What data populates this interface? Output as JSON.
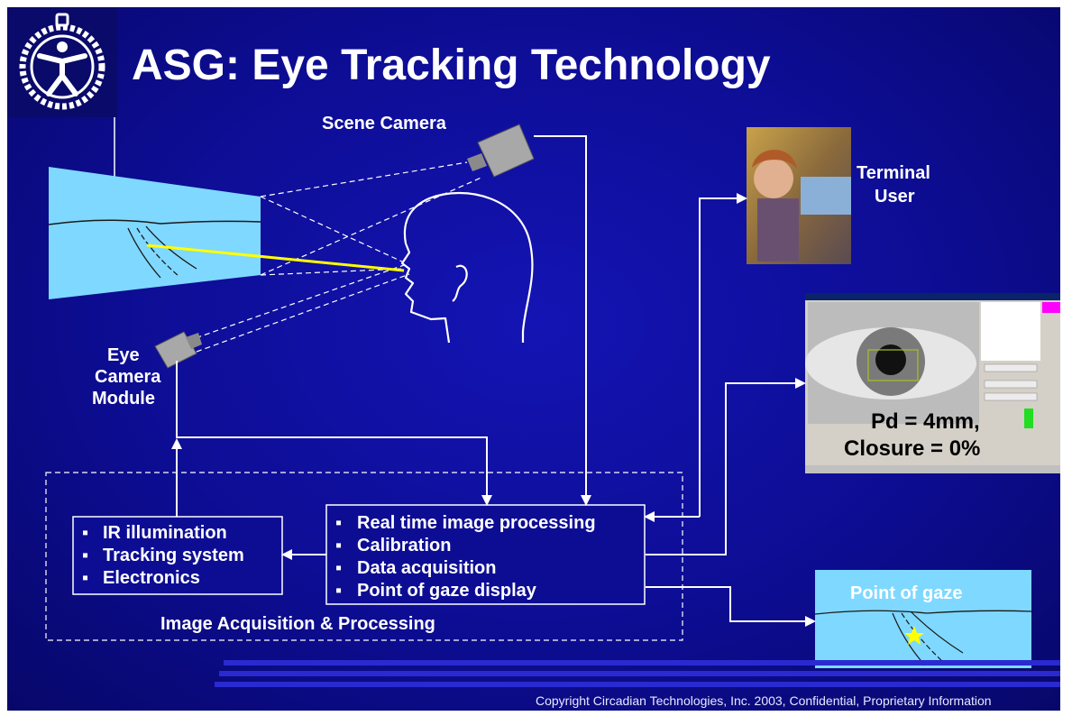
{
  "title": "ASG: Eye Tracking Technology",
  "labels": {
    "scene_camera": "Scene Camera",
    "terminal_user_line1": "Terminal",
    "terminal_user_line2": "User",
    "eye_camera_line1": "Eye",
    "eye_camera_line2": "Camera",
    "eye_camera_line3": "Module",
    "point_of_gaze": "Point of gaze",
    "image_acquisition": "Image Acquisition & Processing"
  },
  "eye_readout": {
    "pupil": "Pd = 4mm,",
    "closure": "Closure = 0%"
  },
  "left_box_items": [
    "IR illumination",
    "Tracking system",
    "Electronics"
  ],
  "center_box_items": [
    "Real time image processing",
    "Calibration",
    "Data acquisition",
    "Point of gaze display"
  ],
  "copyright": "Copyright Circadian Technologies, Inc. 2003, Confidential, Proprietary Information",
  "colors": {
    "background": "#0d0d94",
    "scene_panel": "#7fd8ff",
    "gaze_line": "#ffff00",
    "gaze_star": "#ffff00"
  },
  "icons": [
    "stopwatch-person-logo",
    "scene-camera-icon",
    "eye-camera-icon"
  ]
}
